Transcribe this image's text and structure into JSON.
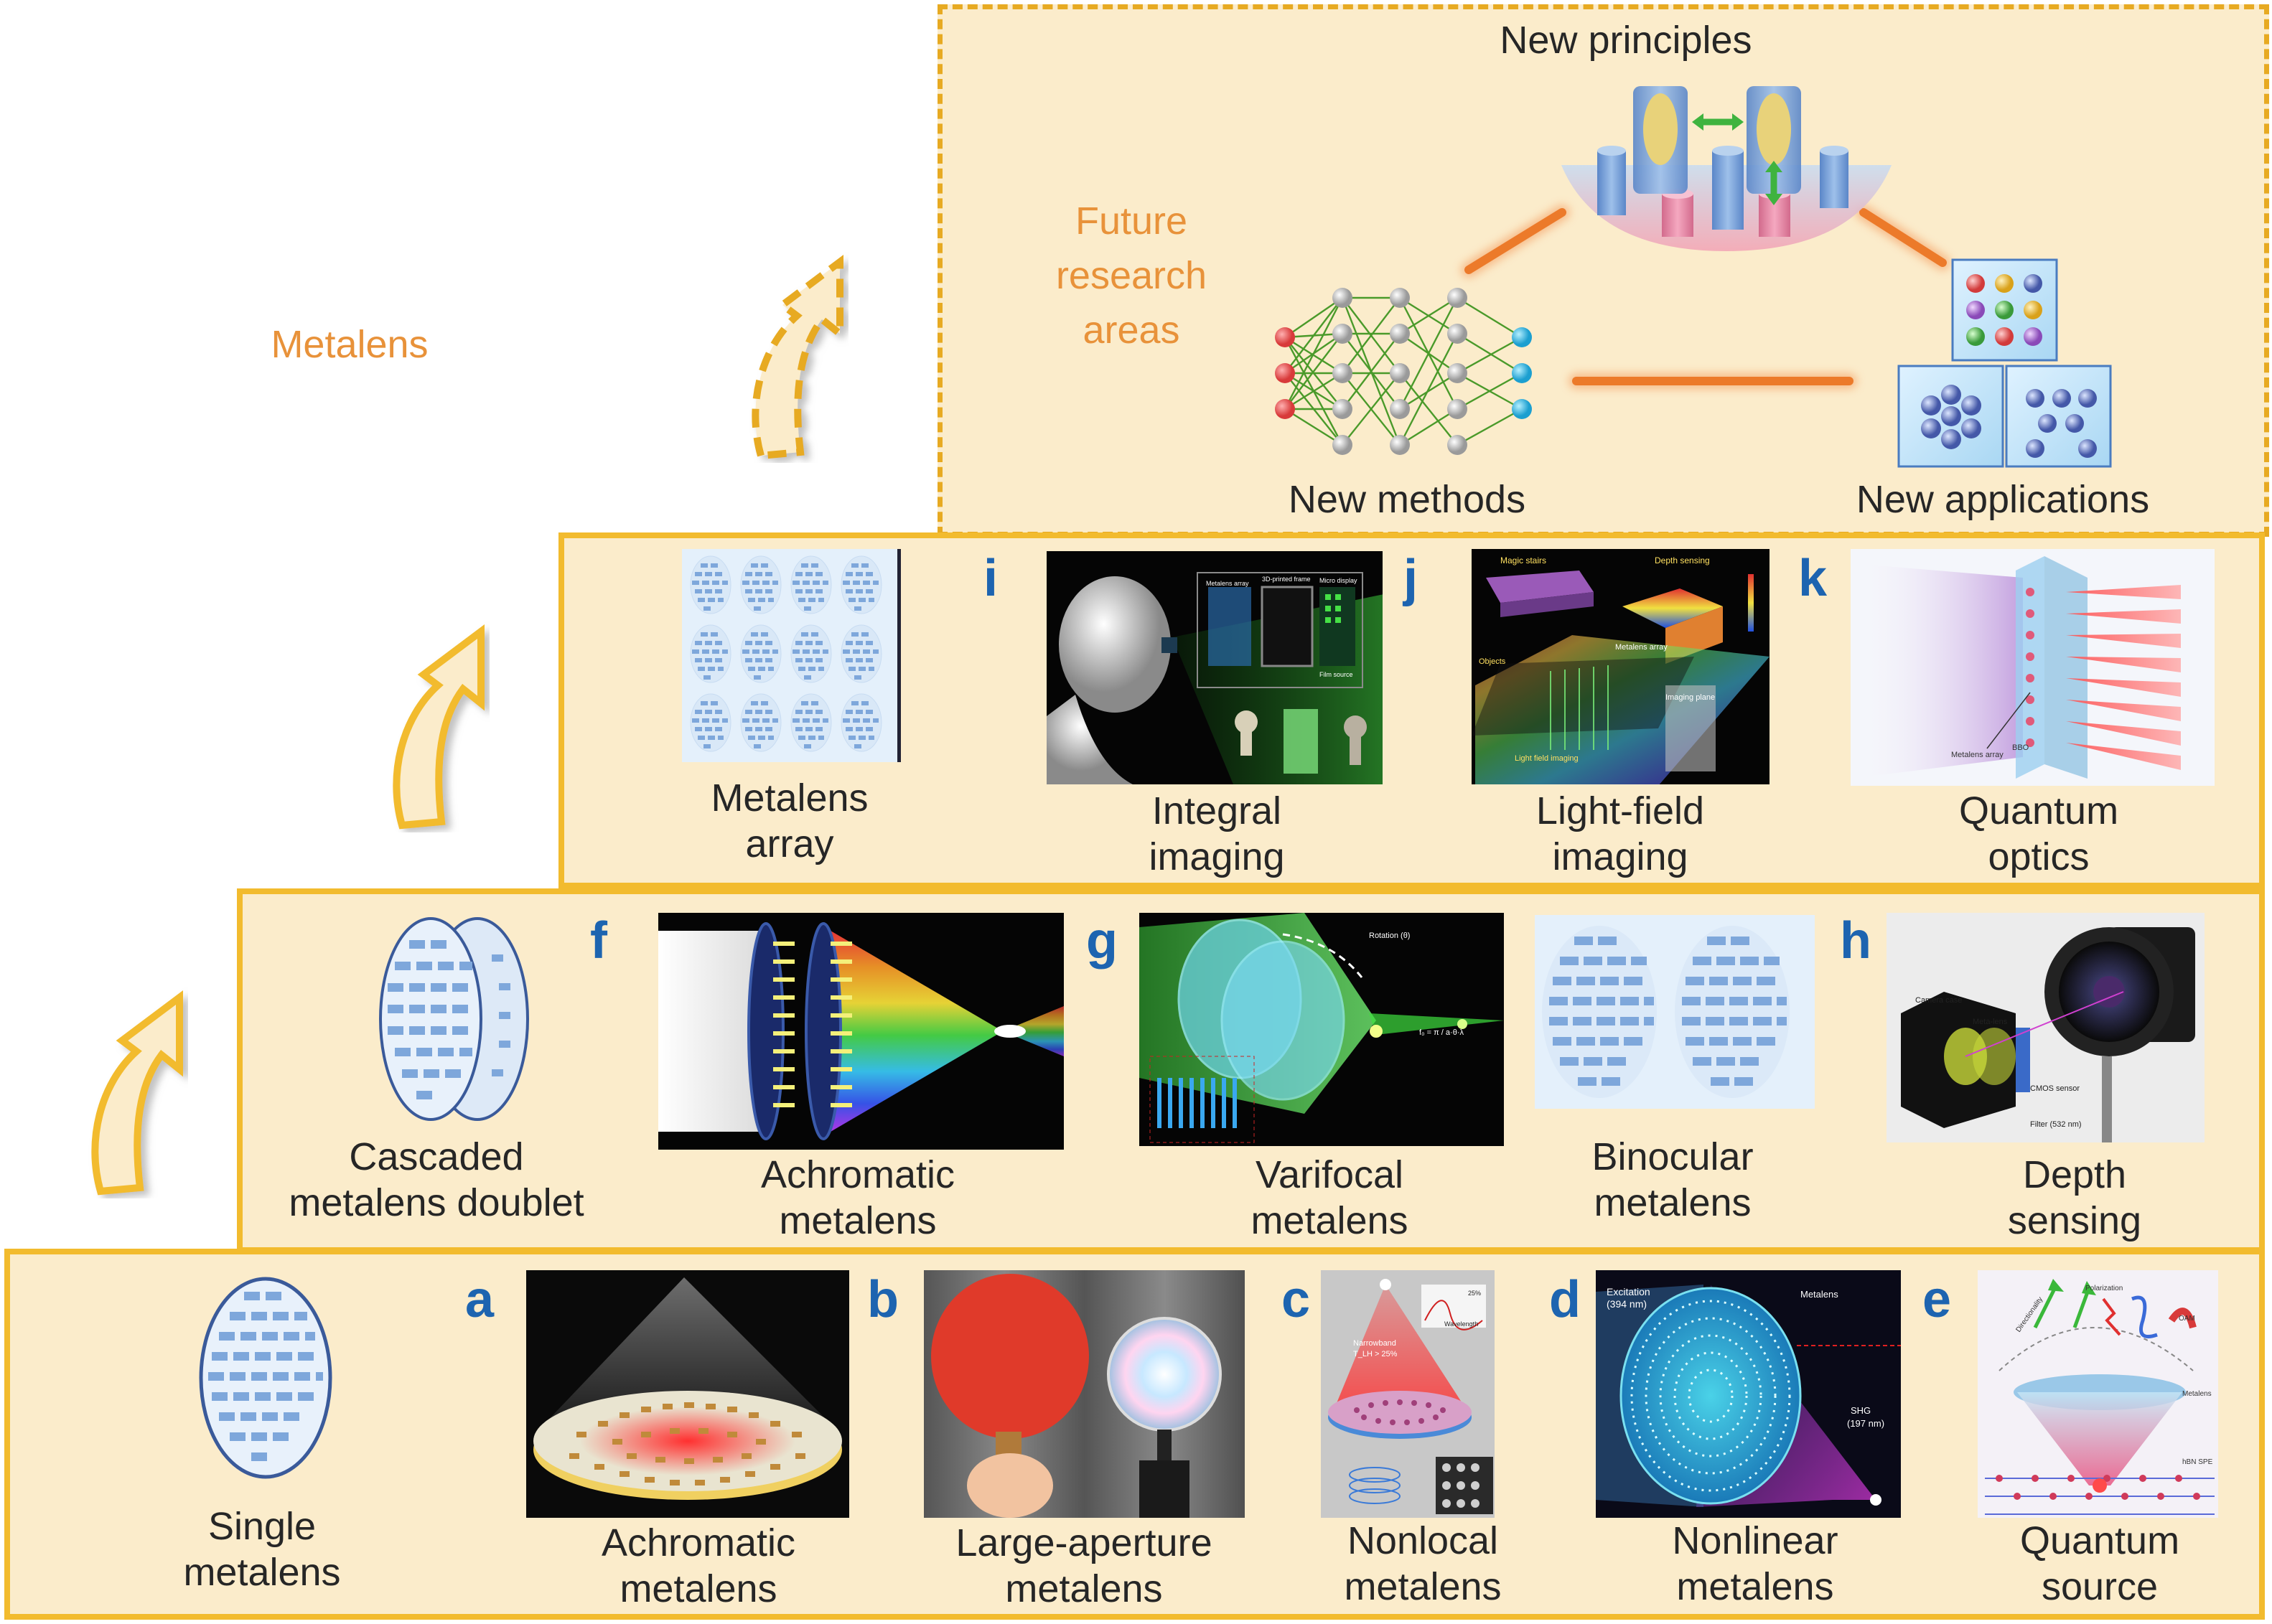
{
  "title": "Metalens",
  "future": {
    "heading_lines": [
      "Future",
      "research",
      "areas"
    ],
    "principles": "New principles",
    "methods": "New methods",
    "applications": "New applications"
  },
  "tier3": {
    "array_lines": [
      "Metalens",
      "array"
    ],
    "i": {
      "letter": "i",
      "lines": [
        "Integral",
        "imaging"
      ],
      "inset_text": [
        "3D-printed frame",
        "Metalens array",
        "Micro display",
        "Film source"
      ]
    },
    "j": {
      "letter": "j",
      "lines": [
        "Light-field",
        "imaging"
      ],
      "inset_text": [
        "Magic stairs",
        "Depth sensing",
        "Objects",
        "Metalens array",
        "Imaging plane",
        "Light field imaging"
      ]
    },
    "k": {
      "letter": "k",
      "lines": [
        "Quantum",
        "optics"
      ],
      "inset_text": [
        "Metalens array",
        "BBO"
      ]
    }
  },
  "tier2": {
    "doublet_lines": [
      "Cascaded",
      "metalens doublet"
    ],
    "f": {
      "letter": "f",
      "lines": [
        "Achromatic",
        "metalens"
      ]
    },
    "g": {
      "letter": "g",
      "lines": [
        "Varifocal",
        "metalens"
      ],
      "inset_text": [
        "Rotation (θ)",
        "f₀ = π / a·θ·λ"
      ]
    },
    "binocular_lines": [
      "Binocular",
      "metalens"
    ],
    "h": {
      "letter": "h",
      "lines": [
        "Depth",
        "sensing"
      ],
      "inset_text": [
        "Camera case",
        "Meta-lens",
        "CMOS sensor",
        "Filter (532 nm)"
      ]
    }
  },
  "tier1": {
    "single_lines": [
      "Single",
      "metalens"
    ],
    "a": {
      "letter": "a",
      "lines": [
        "Achromatic",
        "metalens"
      ]
    },
    "b": {
      "letter": "b",
      "lines": [
        "Large-aperture",
        "metalens"
      ]
    },
    "c": {
      "letter": "c",
      "lines": [
        "Nonlocal",
        "metalens"
      ],
      "inset_text": [
        "Narrowband",
        "T_LH > 25%",
        "25%",
        "Wavelength"
      ]
    },
    "d": {
      "letter": "d",
      "lines": [
        "Nonlinear",
        "metalens"
      ],
      "inset_text": [
        "Excitation",
        "(394 nm)",
        "Metalens",
        "SHG",
        "(197 nm)"
      ]
    },
    "e": {
      "letter": "e",
      "lines": [
        "Quantum",
        "source"
      ],
      "inset_text": [
        "Directionality",
        "Polarization",
        "OAM",
        "Metalens",
        "hBN SPE"
      ]
    }
  },
  "colors": {
    "border": "#f2bb2e",
    "fill": "#fbeccb",
    "letter": "#1d64b0",
    "accent": "#e8923a"
  }
}
